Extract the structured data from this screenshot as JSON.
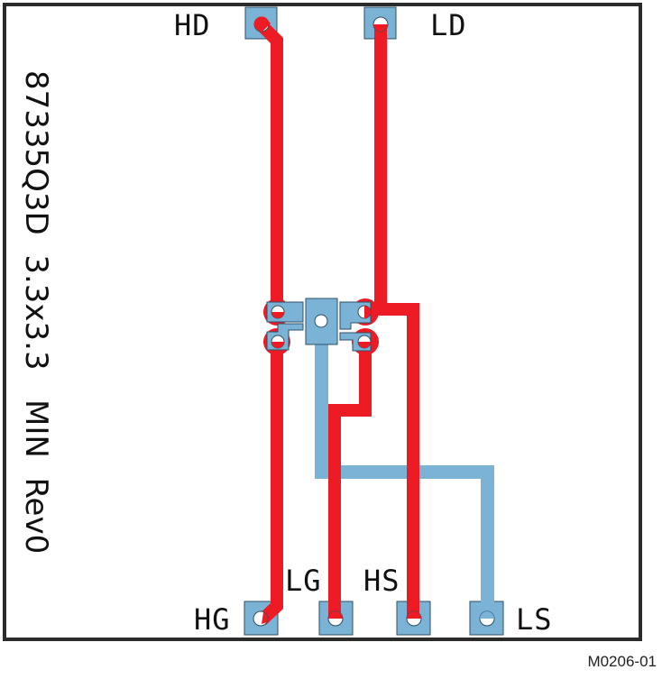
{
  "board": {
    "side_label": "87335Q3D  3.3x3.3   MIN  Rev0",
    "figure_id": "M0206-01",
    "colors": {
      "border": "#2b2b2b",
      "top_copper": "#ed1c24",
      "bottom_copper": "#7bb3d6",
      "pad_outline": "#2f4f66",
      "drill": "#ffffff"
    }
  },
  "pins": {
    "hd": {
      "label": "HD"
    },
    "ld": {
      "label": "LD"
    },
    "hg": {
      "label": "HG"
    },
    "lg": {
      "label": "LG"
    },
    "hs": {
      "label": "HS"
    },
    "ls": {
      "label": "LS"
    }
  }
}
